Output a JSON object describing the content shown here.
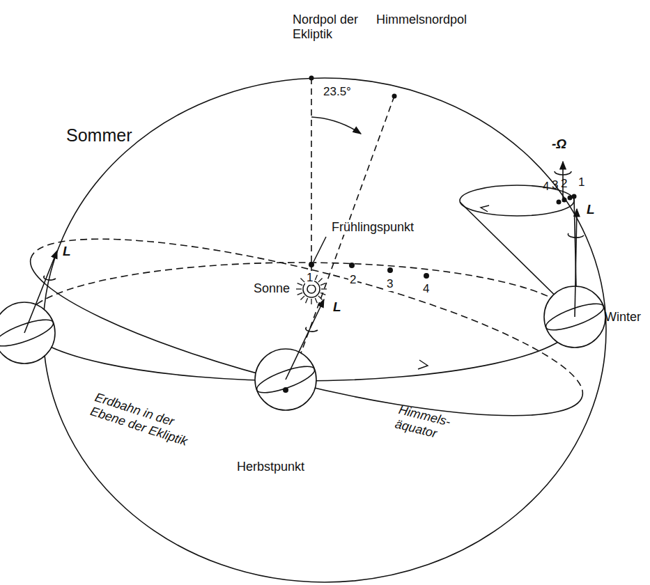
{
  "diagram": {
    "labels": [
      "Nordpol der Ekliptik",
      "Himmelsnordpol",
      "Sommer",
      "23.5°",
      "-Ω",
      "4",
      "3",
      "2",
      "1",
      "L",
      "Frühlingspunkt",
      "1",
      "2",
      "3",
      "4",
      "L",
      "Sonne",
      "L",
      "Winter",
      "Erdbahn in der Ebene der Ekliptik",
      "Herbstpunkt",
      "Himmels- äquator"
    ]
  }
}
